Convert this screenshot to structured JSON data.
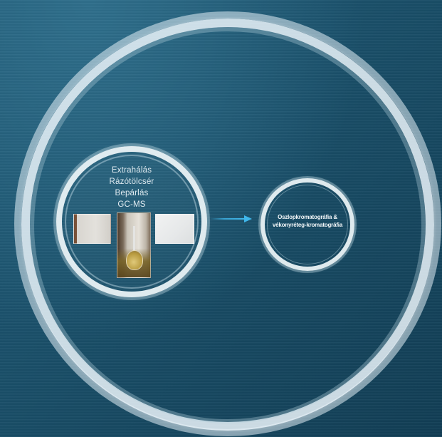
{
  "canvas": {
    "background_color": "#1a4f69",
    "ring_color": "#eaf3f7",
    "arrow_color": "#3fb6ea"
  },
  "left_topic": {
    "items": [
      "Extrahálás",
      "Rázótölcsér",
      "Bepárlás",
      "GC-MS"
    ],
    "photos": [
      {
        "name": "extraction-photo"
      },
      {
        "name": "separatory-funnel-photo"
      },
      {
        "name": "evaporation-photo"
      }
    ]
  },
  "connector": {
    "icon": "arrow-right-icon"
  },
  "right_topic": {
    "line1": "Oszlopkromatográfia &",
    "line2": "vékonyréteg-kromatográfia"
  }
}
